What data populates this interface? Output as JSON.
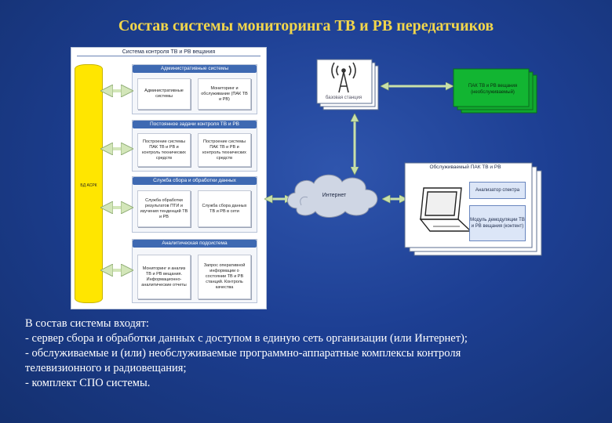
{
  "slide": {
    "title": "Состав системы мониторинга ТВ и РВ передатчиков"
  },
  "control_system": {
    "title": "Система контроля ТВ и РВ вещания",
    "bar_label": "БД АСРК",
    "sections": [
      {
        "header": "Административные системы",
        "boxes": [
          "Административные системы",
          "Мониторинг и обслуживание (ПАК ТВ и РВ)"
        ]
      },
      {
        "header": "Постоянное задачи контроля ТВ и РВ",
        "boxes": [
          "Построение системы ПАК ТВ и РВ и контроль технических средств",
          "Построение системы ПАК ТВ и РВ и контроль технических средств"
        ]
      },
      {
        "header": "Служба сбора и обработки данных",
        "boxes": [
          "Служба обработки результатов ПТИ и изучения тенденций ТВ и РВ",
          "Служба сбора данных ТВ и РВ в сети"
        ]
      },
      {
        "header": "Аналитическая подсистема",
        "boxes": [
          "Мониторинг и анализ ТВ и РВ вещания. Информационно-аналитические отчеты",
          "Запрос оперативной информации о состоянии ТВ и РВ станций. Контроль качества"
        ]
      }
    ]
  },
  "base_station": {
    "label": "базовая станция",
    "pak_label": "ПАК ТВ и РВ вещания (необслуживаемый)"
  },
  "internet": {
    "label": "Интернет"
  },
  "serviced_station": {
    "title": "Обслуживаемый ПАК ТВ и РВ",
    "analyzer_label": "Анализатор спектра",
    "module_label": "Модуль демодуляции ТВ и РВ вещания (контент)"
  },
  "description": {
    "lines": [
      "В состав системы входят:",
      "- сервер сбора и обработки данных с доступом в единую сеть организации (или Интернет);",
      "- обслуживаемые и (или) необслуживаемые  программно-аппаратные комплексы контроля",
      "телевизионного и радиовещания;",
      "- комплект СПО системы."
    ]
  },
  "colors": {
    "background": "#1d3f93",
    "title": "#f2d64b",
    "bar": "#ffe600",
    "section_header": "#3e69b2",
    "green_card": "#10a82e"
  }
}
